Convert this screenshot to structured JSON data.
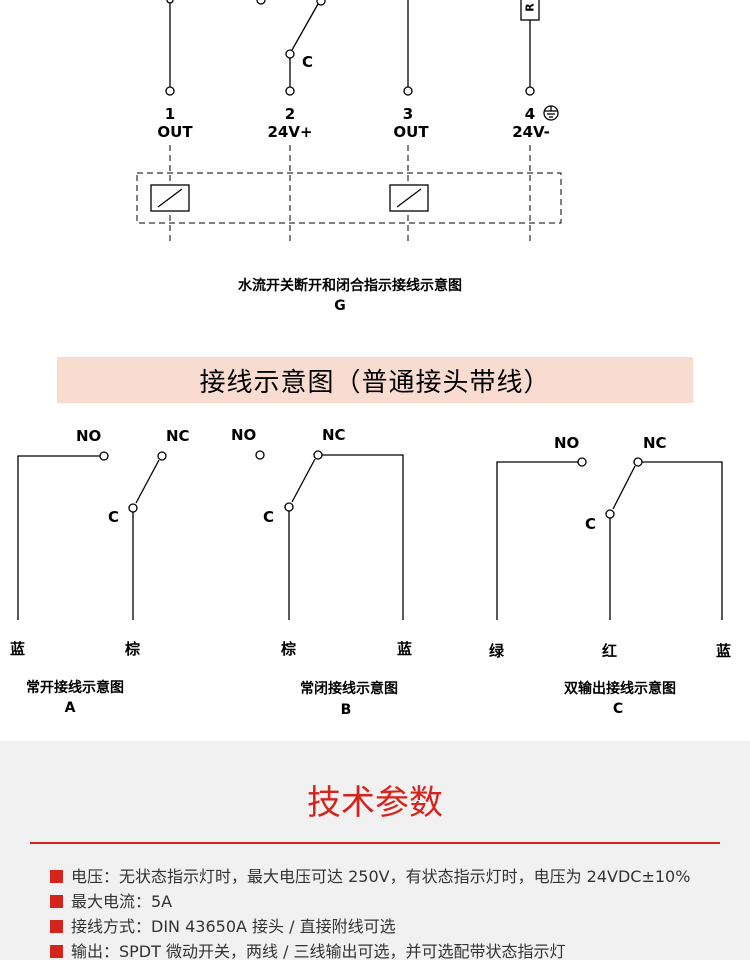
{
  "diagram_g": {
    "terminals": [
      {
        "num": "1",
        "label": "OUT"
      },
      {
        "num": "2",
        "label": "24V+"
      },
      {
        "num": "3",
        "label": "OUT"
      },
      {
        "num": "4",
        "label": "24V-"
      }
    ],
    "contact_c": "C",
    "resistor_letter": "R",
    "caption": "水流开关断开和闭合指示接线示意图",
    "letter": "G"
  },
  "banner": {
    "text": "接线示意图（普通接头带线）"
  },
  "diagrams": [
    {
      "no": "NO",
      "nc": "NC",
      "c": "C",
      "wires": [
        "蓝",
        "棕"
      ],
      "caption": "常开接线示意图",
      "letter": "A"
    },
    {
      "no": "NO",
      "nc": "NC",
      "c": "C",
      "wires": [
        "棕",
        "蓝"
      ],
      "caption": "常闭接线示意图",
      "letter": "B"
    },
    {
      "no": "NO",
      "nc": "NC",
      "c": "C",
      "wires": [
        "绿",
        "红",
        "蓝"
      ],
      "caption": "双输出接线示意图",
      "letter": "C"
    }
  ],
  "tech": {
    "title": "技术参数",
    "specs": [
      "电压：无状态指示灯时，最大电压可达 250V，有状态指示灯时，电压为 24VDC±10%",
      "最大电流：5A",
      "接线方式：DIN 43650A 接头 / 直接附线可选",
      "输出：SPDT 微动开关，两线 / 三线输出可选，并可选配带状态指示灯"
    ]
  },
  "colors": {
    "accent": "#d4241c",
    "banner_bg": "#f8dcd0",
    "tech_bg": "#f1f1f1"
  }
}
